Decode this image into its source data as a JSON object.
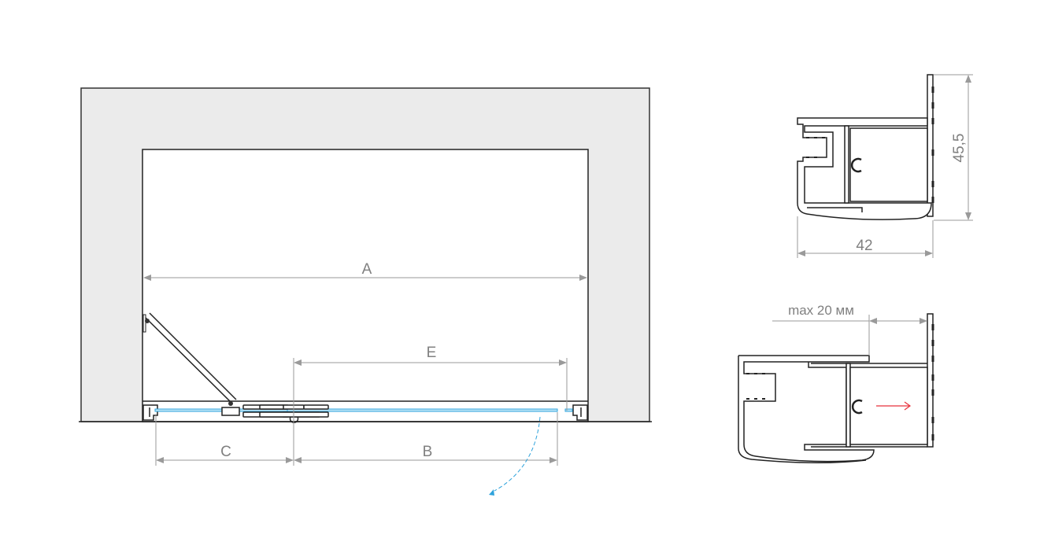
{
  "plan": {
    "dim_a": "A",
    "dim_b": "B",
    "dim_c": "C",
    "dim_e": "E"
  },
  "profile_top": {
    "height_label": "45,5",
    "width_label": "42"
  },
  "profile_bottom": {
    "max_label": "max 20 мм"
  },
  "colors": {
    "wall": "#ebebeb",
    "glass": "#2ea3dc",
    "arrow": "#e8323c",
    "dimension": "#9a9a9a"
  }
}
